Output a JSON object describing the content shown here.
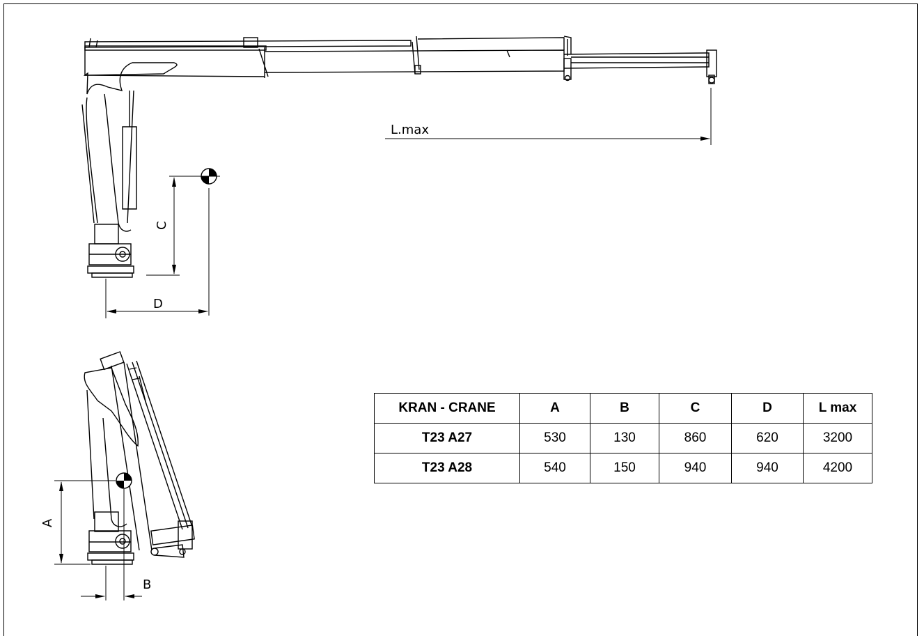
{
  "drawing": {
    "labels": {
      "lmax": "L.max",
      "c": "C",
      "d": "D",
      "a": "A",
      "b": "B"
    },
    "line_color": "#000000"
  },
  "table": {
    "headers": [
      "KRAN - CRANE",
      "A",
      "B",
      "C",
      "D",
      "L max"
    ],
    "rows": [
      [
        "T23 A27",
        "530",
        "130",
        "860",
        "620",
        "3200"
      ],
      [
        "T23 A28",
        "540",
        "150",
        "940",
        "940",
        "4200"
      ]
    ]
  }
}
